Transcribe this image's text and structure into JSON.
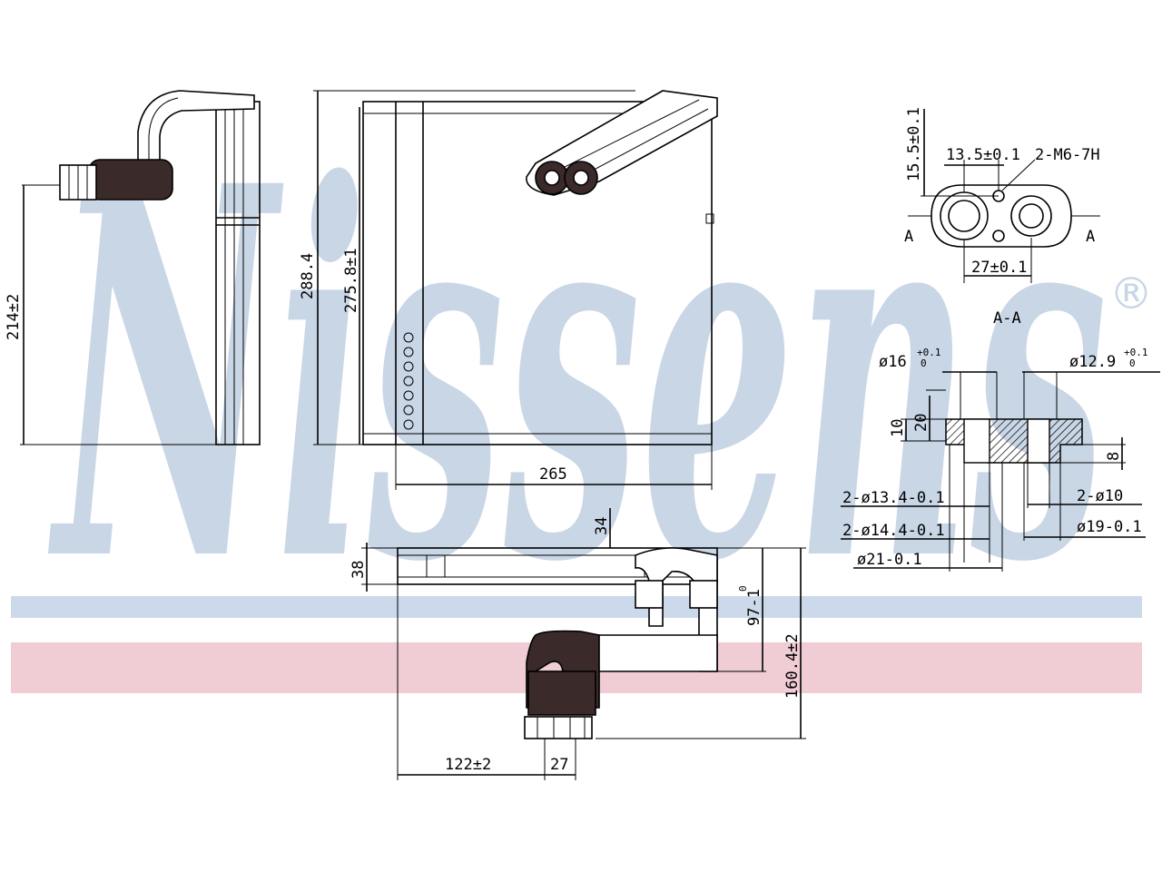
{
  "watermark": {
    "brand": "Nissens",
    "registered_mark": "®",
    "colors": {
      "brand_blue": "#c9d6e6",
      "stripe_blue": "#ccd9ea",
      "stripe_red": "#f0cdd5"
    }
  },
  "drawing": {
    "side_view": {
      "height_label": "214±2"
    },
    "front_view": {
      "height_outer_label": "288.4",
      "height_inner_label": "275.8±1",
      "width_label": "265"
    },
    "top_view": {
      "depth_label": "38",
      "offset_label": "34",
      "pipe_height_label": "160.4±2",
      "pipe_offset_label": "97-1",
      "pipe_offset_tol": "0",
      "x_offset_label": "122±2",
      "fitting_width_label": "27"
    },
    "flange_view": {
      "vertical_label": "15.5±0.1",
      "spacing_label": "13.5±0.1",
      "thread_label": "2-M6-7H",
      "center_distance_label": "27±0.1",
      "section_mark": "A",
      "section_title": "A-A"
    },
    "section_aa": {
      "left_bore_label": "ø16",
      "left_bore_tol": "+0.1",
      "left_bore_tol_low": "0",
      "right_bore_label": "ø12.9",
      "right_bore_tol": "+0.1",
      "right_bore_tol_low": "0",
      "depth_10_label": "10",
      "depth_20_label": "20",
      "depth_8_label": "8",
      "dia_134_label": "2-ø13.4-0.1",
      "dia_144_label": "2-ø14.4-0.1",
      "dia_21_label": "ø21-0.1",
      "dia_10_label": "2-ø10",
      "dia_19_label": "ø19-0.1"
    }
  }
}
